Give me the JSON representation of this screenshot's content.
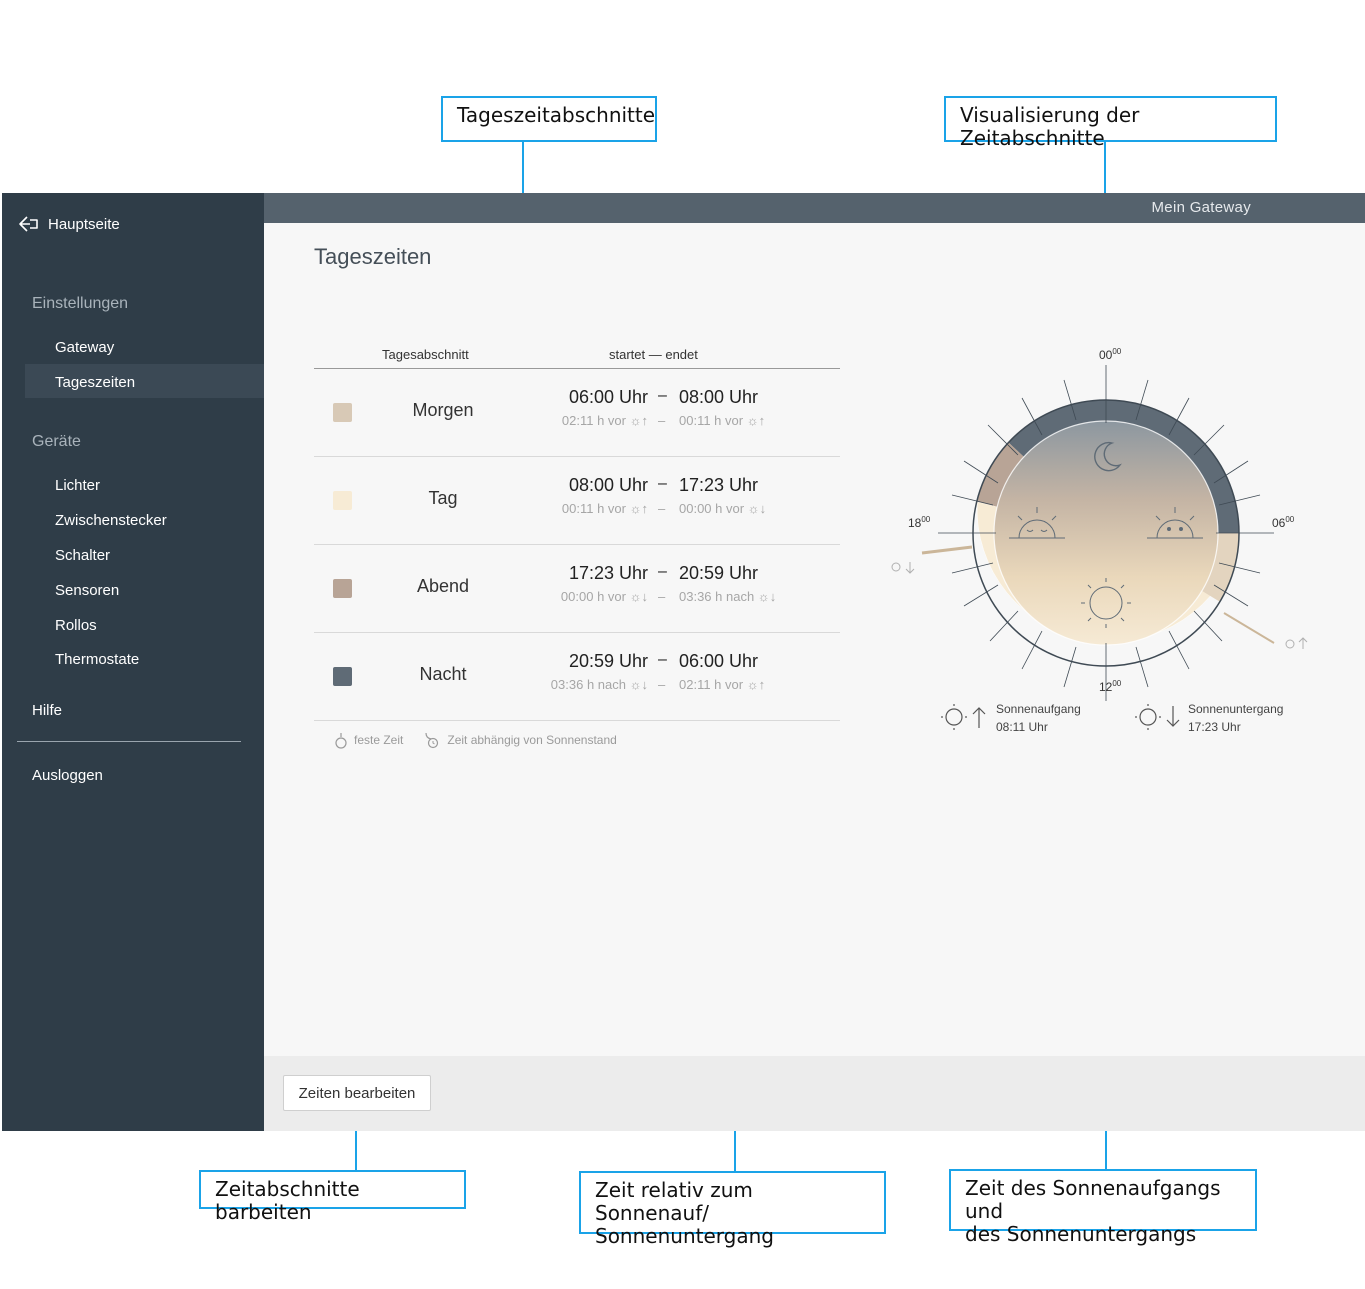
{
  "callouts": {
    "tageszeitabschnitte": "Tageszeitabschnitte",
    "visualisierung": "Visualisierung der Zeitabschnitte",
    "bearbeiten": "Zeitabschnitte barbeiten",
    "relativ_line1": "Zeit relativ zum Sonnenauf/",
    "relativ_line2": "Sonnenuntergang",
    "sonnen_line1": "Zeit des Sonnenaufgangs und",
    "sonnen_line2": "des Sonnenuntergangs"
  },
  "sidebar": {
    "back_label": "Hauptseite",
    "settings_heading": "Einstellungen",
    "settings_items": [
      "Gateway",
      "Tageszeiten"
    ],
    "devices_heading": "Geräte",
    "device_items": [
      "Lichter",
      "Zwischenstecker",
      "Schalter",
      "Sensoren",
      "Rollos",
      "Thermostate"
    ],
    "help": "Hilfe",
    "logout": "Ausloggen"
  },
  "topbar": {
    "gateway": "Mein Gateway"
  },
  "main": {
    "title": "Tageszeiten",
    "col_section": "Tagesabschnitt",
    "col_times": "startet — endet",
    "rows": [
      {
        "name": "Morgen",
        "color": "#d8c9b6",
        "start": "06:00 Uhr",
        "end": "08:00 Uhr",
        "start_rel": "02:11 h vor ☼↑",
        "end_rel": "00:11 h vor ☼↑"
      },
      {
        "name": "Tag",
        "color": "#f7ebd5",
        "start": "08:00 Uhr",
        "end": "17:23 Uhr",
        "start_rel": "00:11 h vor ☼↑",
        "end_rel": "00:00 h vor ☼↓"
      },
      {
        "name": "Abend",
        "color": "#b8a496",
        "start": "17:23 Uhr",
        "end": "20:59 Uhr",
        "start_rel": "00:00 h vor ☼↓",
        "end_rel": "03:36 h nach ☼↓"
      },
      {
        "name": "Nacht",
        "color": "#5f6b76",
        "start": "20:59 Uhr",
        "end": "06:00 Uhr",
        "start_rel": "03:36 h nach ☼↓",
        "end_rel": "02:11 h vor ☼↑"
      }
    ],
    "dash": "–",
    "legend_fixed": "feste Zeit",
    "legend_relative": "Zeit abhängig von Sonnenstand"
  },
  "clock": {
    "label_00": "00",
    "label_06": "06",
    "label_12": "12",
    "label_18": "18",
    "minutes": "00",
    "sunrise_label": "Sonnenaufgang",
    "sunrise_time": "08:11 Uhr",
    "sunset_label": "Sonnenuntergang",
    "sunset_time": "17:23 Uhr"
  },
  "footer": {
    "edit_button": "Zeiten bearbeiten"
  },
  "colors": {
    "accent": "#1aa3e8",
    "sidebar": "#2f3d48",
    "topbar": "#55626d"
  }
}
